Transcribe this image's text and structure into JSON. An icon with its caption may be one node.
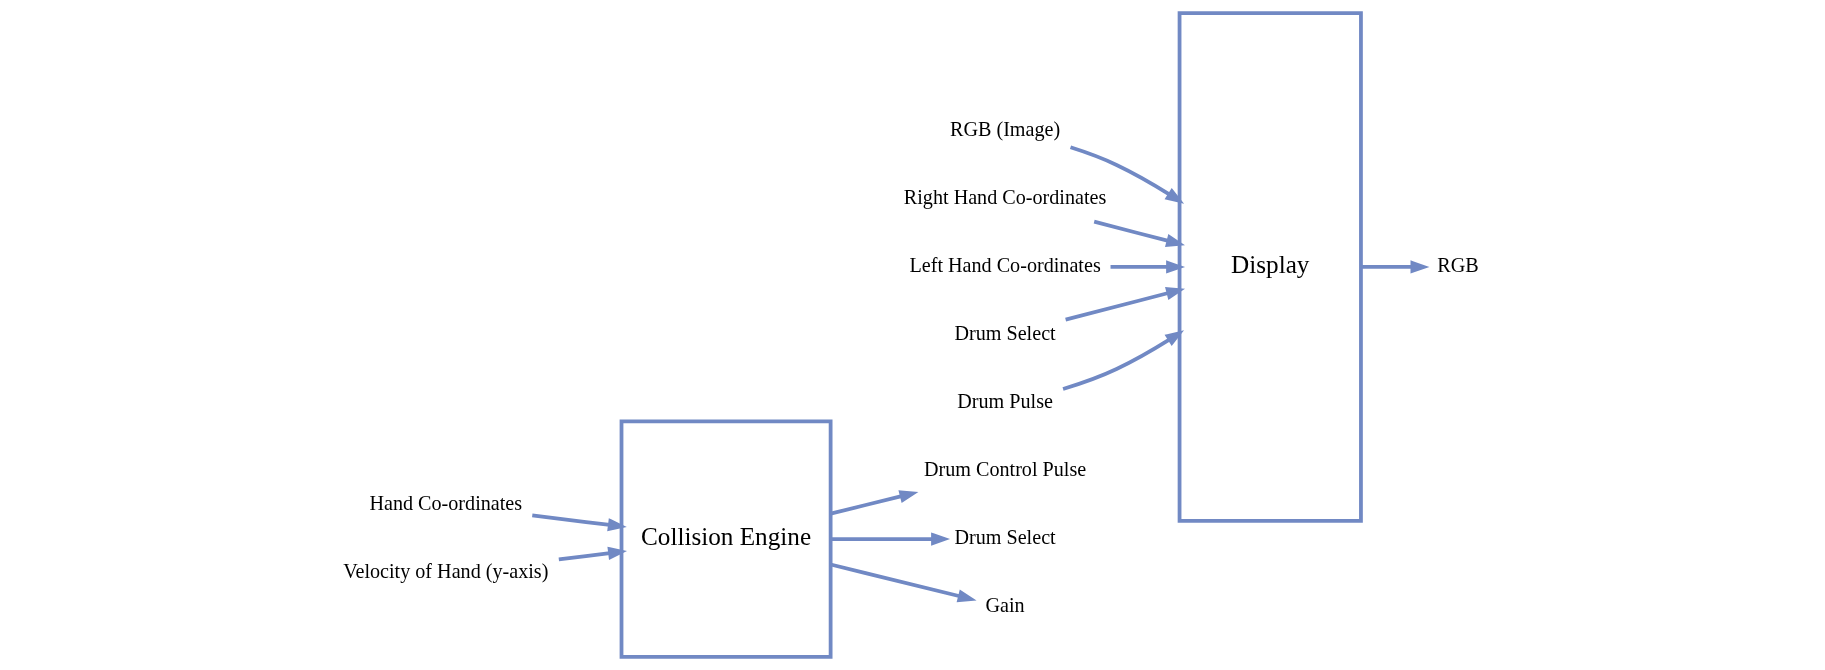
{
  "diagram": {
    "nodes": [
      {
        "text": [
          "Hand Co-ordinates"
        ]
      },
      {
        "text": [
          "Velocity of Hand (y-axis)"
        ]
      },
      {
        "text": [
          "Collision Engine"
        ]
      },
      {
        "text": [
          "Drum Control Pulse"
        ]
      },
      {
        "text": [
          "Drum Select"
        ]
      },
      {
        "text": [
          "Gain"
        ]
      },
      {
        "text": [
          "RGB (Image)"
        ]
      },
      {
        "text": [
          "Right Hand Co-ordinates"
        ]
      },
      {
        "text": [
          "Left Hand Co-ordinates"
        ]
      },
      {
        "text": [
          "Drum Select"
        ]
      },
      {
        "text": [
          "Drum Pulse"
        ]
      },
      {
        "text": [
          "Display"
        ]
      },
      {
        "text": [
          "RGB"
        ]
      }
    ],
    "edges": [
      {
        "from": 0,
        "to": 2,
        "arrow": "to"
      },
      {
        "from": 1,
        "to": 2,
        "arrow": "to"
      },
      {
        "from": 2,
        "to": 3,
        "arrow": "to"
      },
      {
        "from": 2,
        "to": 4,
        "arrow": "to"
      },
      {
        "from": 2,
        "to": 5,
        "arrow": "to"
      },
      {
        "from": 6,
        "to": 11,
        "arrow": "to"
      },
      {
        "from": 7,
        "to": 11,
        "arrow": "to"
      },
      {
        "from": 8,
        "to": 11,
        "arrow": "to"
      },
      {
        "from": 9,
        "to": 11,
        "arrow": "to"
      },
      {
        "from": 10,
        "to": 11,
        "arrow": "to"
      },
      {
        "from": 11,
        "to": 12,
        "arrow": "to"
      }
    ]
  }
}
